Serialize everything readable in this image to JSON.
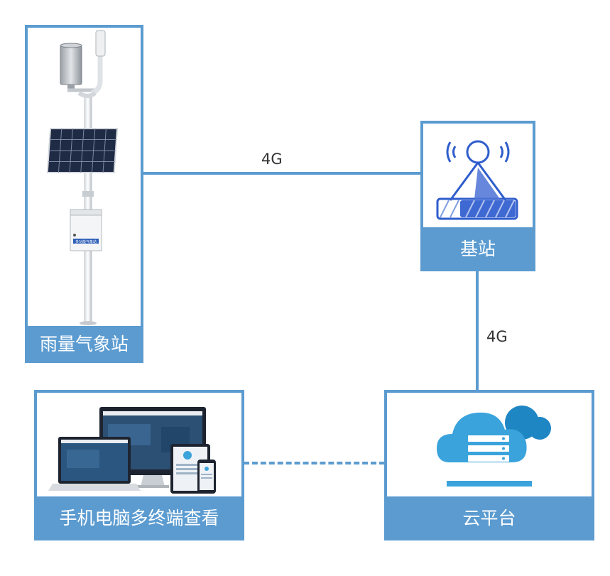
{
  "nodes": {
    "weather_station": {
      "label": "雨量气象站",
      "sign_text": "多功能气象站"
    },
    "base_station": {
      "label": "基站"
    },
    "cloud_platform": {
      "label": "云平台"
    },
    "terminals": {
      "label": "手机电脑多终端查看"
    }
  },
  "links": {
    "station_to_base": {
      "label": "4G"
    },
    "base_to_cloud": {
      "label": "4G"
    }
  },
  "colors": {
    "frame": "#5b9bd0",
    "icon_blue": "#2f5dcc",
    "cloud": "#3aa3dc"
  }
}
